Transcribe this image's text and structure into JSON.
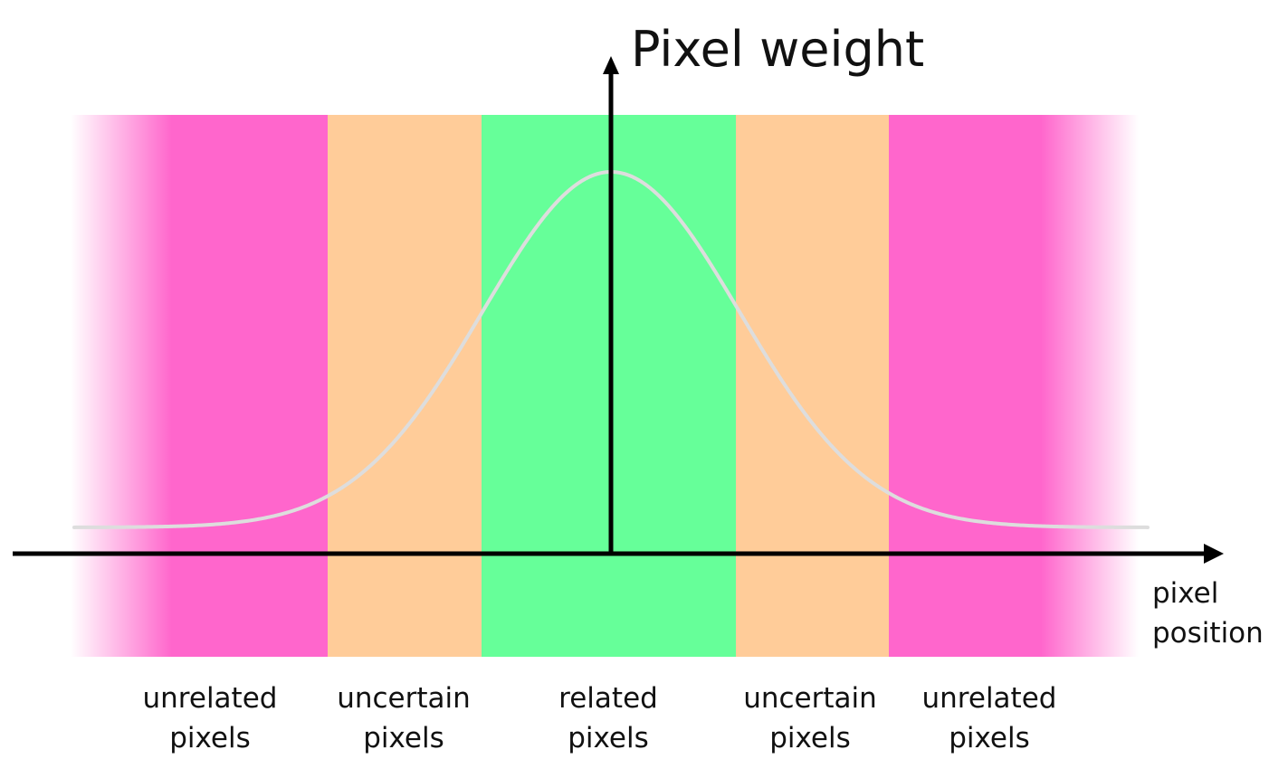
{
  "y_axis_title": "Pixel weight",
  "x_axis_title": {
    "line1": "pixel",
    "line2": "position"
  },
  "colors": {
    "unrelated": "#ff66cc",
    "uncertain": "#ffcc99",
    "related": "#66ff99",
    "curve": "#dddddd",
    "axis": "#000000"
  },
  "bands": [
    {
      "category": "unrelated",
      "line1": "unrelated",
      "line2": "pixels"
    },
    {
      "category": "uncertain",
      "line1": "uncertain",
      "line2": "pixels"
    },
    {
      "category": "related",
      "line1": "related",
      "line2": "pixels"
    },
    {
      "category": "uncertain",
      "line1": "uncertain",
      "line2": "pixels"
    },
    {
      "category": "unrelated",
      "line1": "unrelated",
      "line2": "pixels"
    }
  ],
  "curve": {
    "type": "gaussian"
  }
}
